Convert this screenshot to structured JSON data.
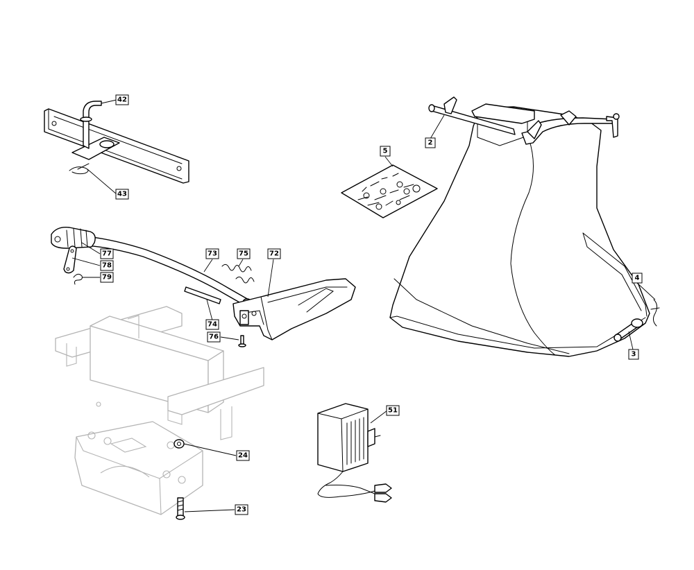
{
  "callouts": [
    {
      "id": "42",
      "label": "42"
    },
    {
      "id": "43",
      "label": "43"
    },
    {
      "id": "5",
      "label": "5"
    },
    {
      "id": "2",
      "label": "2"
    },
    {
      "id": "77",
      "label": "77"
    },
    {
      "id": "78",
      "label": "78"
    },
    {
      "id": "79",
      "label": "79"
    },
    {
      "id": "73",
      "label": "73"
    },
    {
      "id": "75",
      "label": "75"
    },
    {
      "id": "72",
      "label": "72"
    },
    {
      "id": "74",
      "label": "74"
    },
    {
      "id": "76",
      "label": "76"
    },
    {
      "id": "4",
      "label": "4"
    },
    {
      "id": "3",
      "label": "3"
    },
    {
      "id": "51",
      "label": "51"
    },
    {
      "id": "24",
      "label": "24"
    },
    {
      "id": "23",
      "label": "23"
    }
  ]
}
